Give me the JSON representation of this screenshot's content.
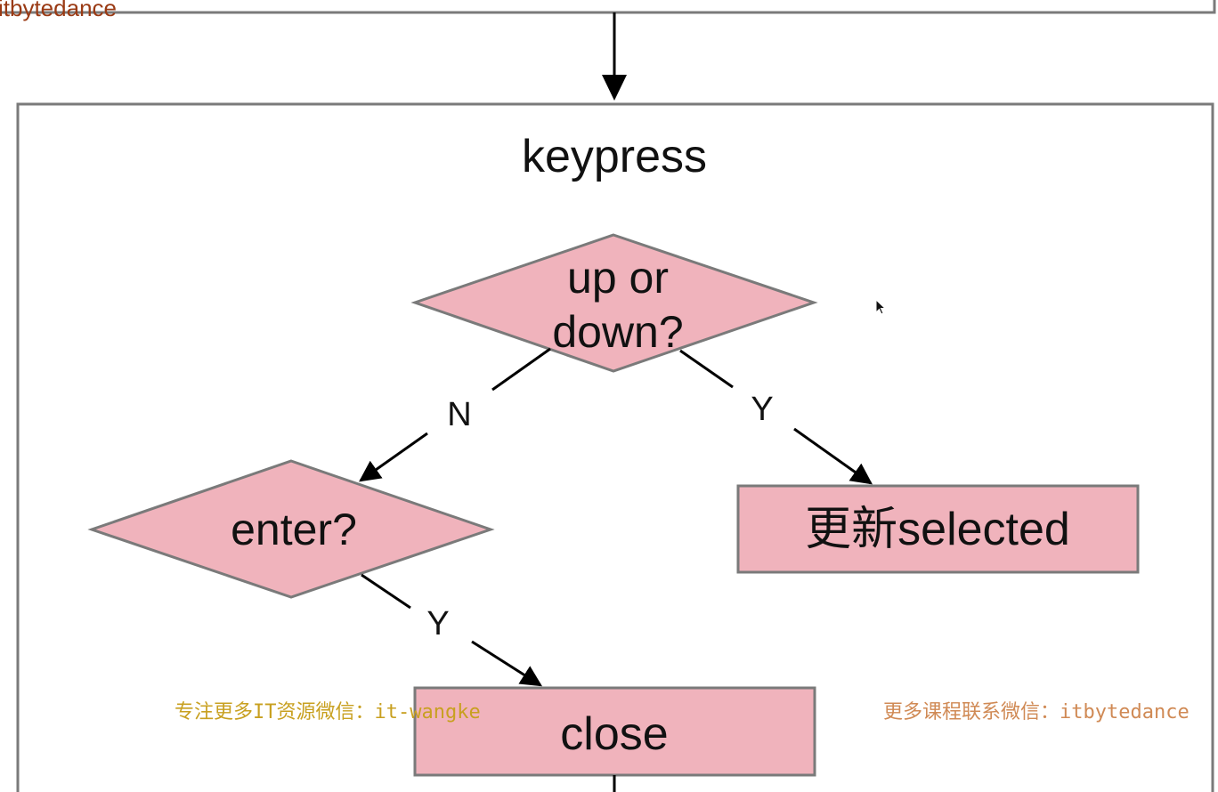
{
  "diagram": {
    "container_title": "keypress",
    "decision_up_down_line1": "up or",
    "decision_up_down_line2": "down?",
    "decision_enter": "enter?",
    "process_update": "更新selected",
    "process_close": "close",
    "edge_no_label": "N",
    "edge_yes_label_1": "Y",
    "edge_yes_label_2": "Y"
  },
  "colors": {
    "node_fill": "#f0b3bc",
    "node_stroke": "#7a7a7a",
    "frame_stroke": "#7a7a7a",
    "arrow": "#000000"
  },
  "watermarks": {
    "top_left": "itbytedance",
    "bottom_left": "专注更多IT资源微信：it-wangke",
    "bottom_right": "更多课程联系微信：itbytedance"
  },
  "icons": {
    "cursor": "mouse-pointer-icon"
  }
}
